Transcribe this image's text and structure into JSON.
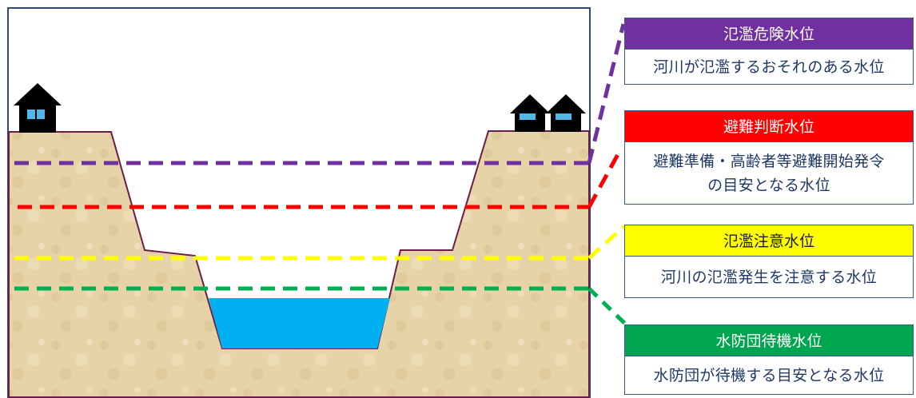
{
  "colors": {
    "danger": "#7030a0",
    "evacuation": "#ff0000",
    "caution": "#ffff00",
    "standby": "#00b050",
    "water": "#00b0f0",
    "ground": "#e8d6ad",
    "frame": "#2e4a7a"
  },
  "levels": [
    {
      "key": "danger",
      "title": "氾濫危険水位",
      "description": "河川が氾濫するおそれのある水位"
    },
    {
      "key": "evacuation",
      "title": "避難判断水位",
      "description": "避難準備・高齢者等避難開始発令\nの目安となる水位"
    },
    {
      "key": "caution",
      "title": "氾濫注意水位",
      "description": "河川の氾濫発生を注意する水位"
    },
    {
      "key": "standby",
      "title": "水防団待機水位",
      "description": "水防団が待機する目安となる水位"
    }
  ],
  "icons": {
    "house": "house-icon"
  }
}
